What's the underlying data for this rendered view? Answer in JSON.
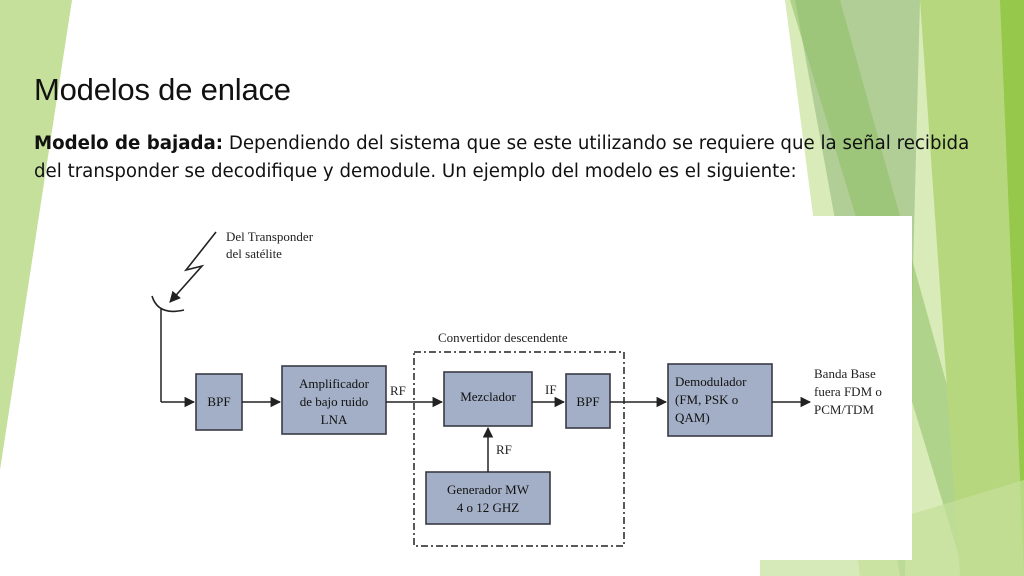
{
  "slide": {
    "title": "Modelos de enlace",
    "body_label": "Modelo de bajada:",
    "body_line1_rest": " Dependiendo del sistema que se este utilizando se requiere que la señal recibida",
    "body_line2": "del transponder se decodifique y demodule. Un ejemplo del modelo es el siguiente:"
  },
  "colors": {
    "accent_green": "#8dc63f",
    "light_green": "#c5e09a",
    "box_fill": "#a3afc6",
    "box_stroke": "#3a3a44"
  },
  "diagram": {
    "source_line1": "Del Transponder",
    "source_line2": "del satélite",
    "converter_label": "Convertidor descendente",
    "bpf1": "BPF",
    "lna_line1": "Amplificador",
    "lna_line2": "de bajo ruido",
    "lna_line3": "LNA",
    "rf_label_1": "RF",
    "mixer": "Mezclador",
    "if_label": "IF",
    "bpf2": "BPF",
    "rf_label_2": "RF",
    "generator_line1": "Generador MW",
    "generator_line2": "4 o 12 GHZ",
    "demod_line1": "Demodulador",
    "demod_line2": "(FM, PSK o",
    "demod_line3": "QAM)",
    "output_line1": "Banda Base",
    "output_line2": "fuera FDM o",
    "output_line3": "PCM/TDM"
  }
}
